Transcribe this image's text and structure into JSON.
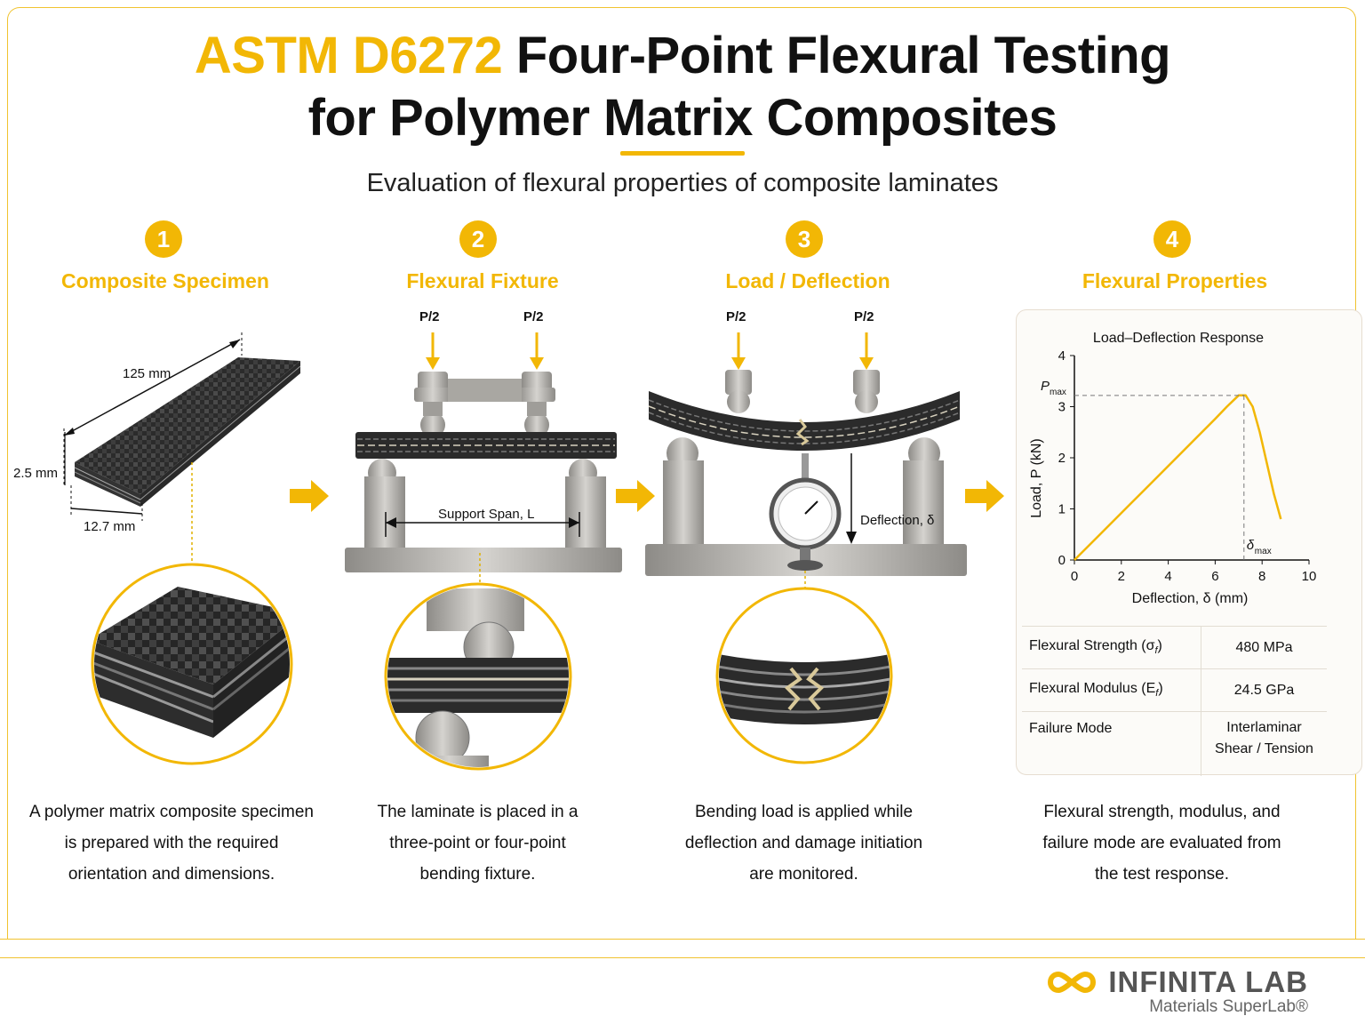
{
  "header": {
    "title_accent": "ASTM D6272",
    "title_rest_line1": "Four-Point Flexural Testing",
    "title_line2": "for Polymer Matrix Composites",
    "subtitle": "Evaluation of flexural properties of composite laminates"
  },
  "steps": [
    {
      "number": "1",
      "title": "Composite Specimen",
      "description": "A polymer matrix composite specimen is prepared with the required orientation and dimensions."
    },
    {
      "number": "2",
      "title": "Flexural Fixture",
      "description": "The laminate is placed in a three-point or four-point bending fixture."
    },
    {
      "number": "3",
      "title": "Load / Deflection",
      "description": "Bending load is applied while deflection and damage initiation are monitored."
    },
    {
      "number": "4",
      "title": "Flexural Properties",
      "description": "Flexural strength, modulus, and failure mode are evaluated from the test response."
    }
  ],
  "specimen": {
    "length": "125 mm",
    "thickness": "2.5 mm",
    "width": "12.7 mm"
  },
  "fixture": {
    "load_left": "P/2",
    "load_right": "P/2",
    "span_label": "Support Span, L"
  },
  "loading": {
    "load_left": "P/2",
    "load_right": "P/2",
    "deflection_label": "Deflection, δ"
  },
  "chart_data": {
    "type": "line",
    "title": "Load–Deflection Response",
    "xlabel": "Deflection, δ (mm)",
    "ylabel": "Load, P (kN)",
    "xlim": [
      0,
      10
    ],
    "ylim": [
      0,
      4
    ],
    "xticks": [
      0,
      2,
      4,
      6,
      8,
      10
    ],
    "yticks": [
      0,
      1,
      2,
      3,
      4
    ],
    "grid": false,
    "series": [
      {
        "x": [
          0,
          1,
          2,
          3,
          4,
          5,
          6,
          6.5,
          7,
          7.3,
          7.6,
          7.9,
          8.2,
          8.5,
          8.8
        ],
        "y": [
          0,
          0.46,
          0.92,
          1.38,
          1.84,
          2.3,
          2.76,
          3.0,
          3.22,
          3.22,
          3.0,
          2.5,
          1.9,
          1.3,
          0.8
        ]
      }
    ],
    "annotations": {
      "pmax_label": "P",
      "pmax_sub": "max",
      "pmax_value": 3.22,
      "dmax_label": "δ",
      "dmax_sub": "max",
      "dmax_value": 7.0
    }
  },
  "properties": [
    {
      "label": "Flexural Strength (σ",
      "label_sub": "f",
      "label_end": ")",
      "value": "480 MPa"
    },
    {
      "label": "Flexural Modulus (E",
      "label_sub": "f",
      "label_end": ")",
      "value": "24.5 GPa"
    },
    {
      "label": "Failure Mode",
      "label_sub": "",
      "label_end": "",
      "value": "Interlaminar Shear / Tension"
    }
  ],
  "brand": {
    "name": "INFINITA LAB",
    "tagline": "Materials SuperLab®"
  },
  "colors": {
    "accent": "#f2b705",
    "laminate": "#2a2a2a",
    "steel": "#b8b6b1"
  }
}
